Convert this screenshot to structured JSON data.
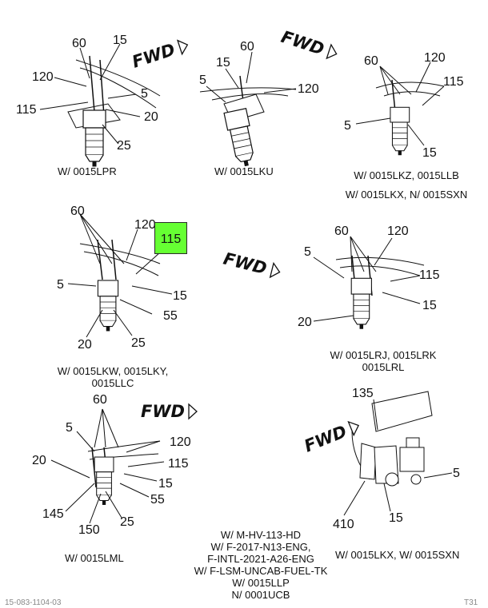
{
  "callouts": {
    "p1": {
      "a": "60",
      "b": "15",
      "c": "120",
      "d": "5",
      "e": "115",
      "f": "20",
      "g": "25"
    },
    "p2": {
      "a": "60",
      "b": "15",
      "c": "5",
      "d": "120"
    },
    "p3": {
      "a": "60",
      "b": "120",
      "c": "115",
      "d": "5",
      "e": "15"
    },
    "p4": {
      "a": "60",
      "b": "120",
      "c": "5",
      "d": "15",
      "e": "55",
      "f": "20",
      "g": "25"
    },
    "p5": {
      "a": "60",
      "b": "120",
      "c": "5",
      "d": "115",
      "e": "15",
      "f": "20"
    },
    "p6": {
      "a": "60",
      "b": "5",
      "c": "120",
      "d": "20",
      "e": "115",
      "f": "15",
      "g": "55",
      "h": "145",
      "i": "150",
      "j": "25"
    },
    "p7": {
      "a": "135",
      "b": "5",
      "c": "410",
      "d": "15"
    }
  },
  "highlight": {
    "label": "115",
    "color": "#66ff33"
  },
  "fwd_label": "FWD",
  "captions": {
    "p1": "W/ 0015LPR",
    "p2": "W/ 0015LKU",
    "p3": [
      "W/ 0015LKZ, 0015LLB",
      "W/ 0015LKX, N/ 0015SXN"
    ],
    "p4": [
      "W/ 0015LKW, 0015LKY,",
      "0015LLC"
    ],
    "p5": [
      "W/ 0015LRJ, 0015LRK",
      "0015LRL"
    ],
    "p6": "W/ 0015LML",
    "center": [
      "W/ M-HV-113-HD",
      "W/ F-2017-N13-ENG,",
      "F-INTL-2021-A26-ENG",
      "W/ F-LSM-UNCAB-FUEL-TK",
      "W/ 0015LLP",
      "N/ 0001UCB"
    ],
    "p7": "W/ 0015LKX, W/ 0015SXN"
  },
  "footer": {
    "left": "15-083-1104-03",
    "right": "T31"
  }
}
